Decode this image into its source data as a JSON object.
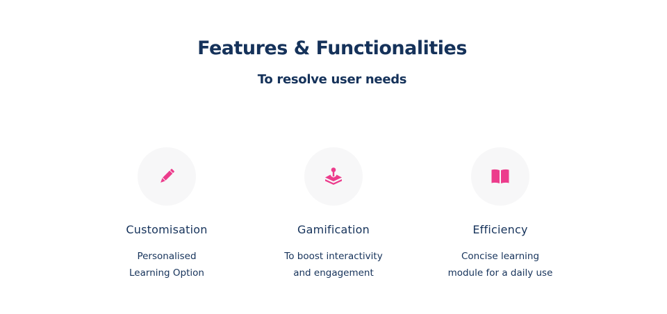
{
  "header": {
    "title": "Features & Functionalities",
    "subtitle": "To resolve user needs"
  },
  "accent_color": "#ec3c8c",
  "features": [
    {
      "icon": "pencil-icon",
      "title": "Customisation",
      "desc_line1": "Personalised",
      "desc_line2": "Learning Option"
    },
    {
      "icon": "joystick-icon",
      "title": "Gamification",
      "desc_line1": "To boost interactivity",
      "desc_line2": "and engagement"
    },
    {
      "icon": "book-icon",
      "title": "Efficiency",
      "desc_line1": "Concise learning",
      "desc_line2": "module for a daily use"
    }
  ]
}
